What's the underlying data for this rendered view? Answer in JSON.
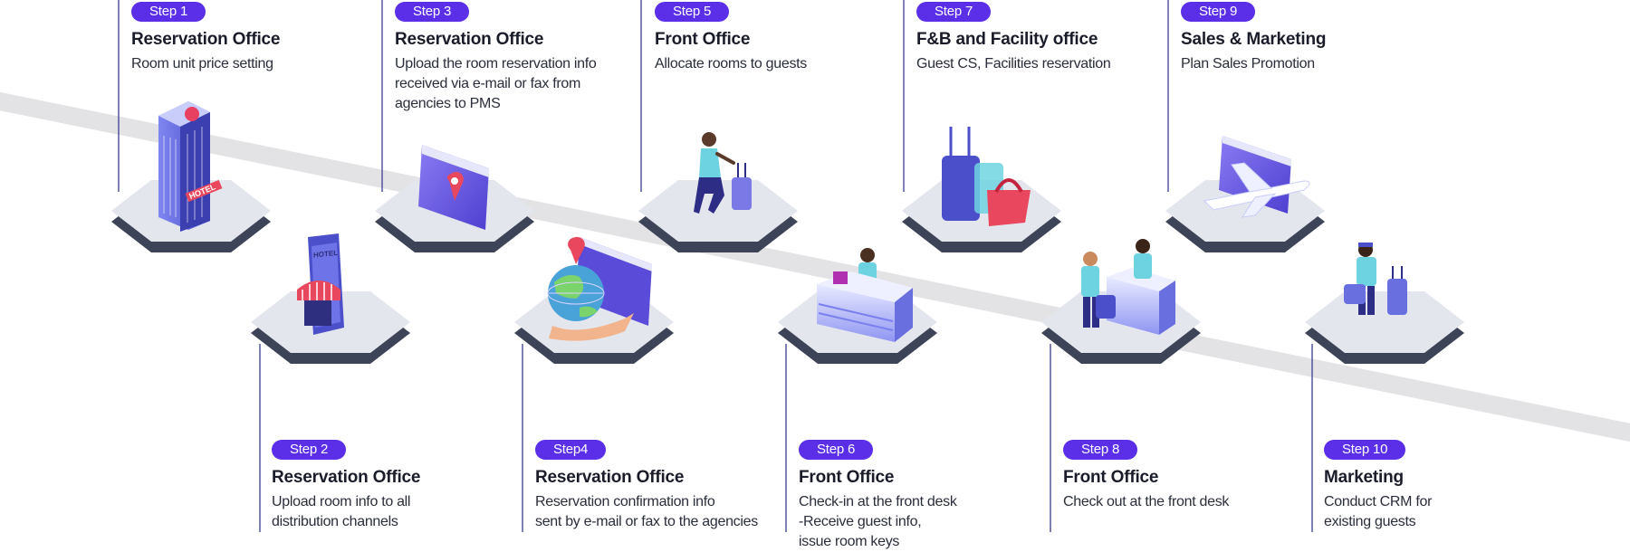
{
  "colors": {
    "badge": "#5b2ee8",
    "path": "#e3e3e6",
    "platform_top": "#e4e6ee",
    "platform_side": "#3d4457",
    "connector": "#3a3d8f",
    "illustration": "#6b5ce7"
  },
  "steps": [
    {
      "badge": "Step 1",
      "office": "Reservation Office",
      "desc": "Room unit price setting",
      "illustration": "hotel-building-icon"
    },
    {
      "badge": "Step 2",
      "office": "Reservation Office",
      "desc": "Upload room info to all\ndistribution channels",
      "illustration": "hotel-phone-icon"
    },
    {
      "badge": "Step 3",
      "office": "Reservation Office",
      "desc": "Upload the room reservation info\nreceived via e-mail or fax from\n agencies to PMS",
      "illustration": "browser-location-icon"
    },
    {
      "badge": "Step4",
      "office": "Reservation Office",
      "desc": "Reservation confirmation info\n sent by e-mail or fax to the agencies",
      "illustration": "globe-hand-icon"
    },
    {
      "badge": "Step 5",
      "office": "Front Office",
      "desc": "Allocate rooms to guests",
      "illustration": "traveler-luggage-icon"
    },
    {
      "badge": "Step 6",
      "office": "Front Office",
      "desc": "Check-in at the front desk\n -Receive  guest info,\n   issue room keys",
      "illustration": "front-desk-icon"
    },
    {
      "badge": "Step 7",
      "office": "F&B and Facility office",
      "desc": "Guest CS, Facilities reservation",
      "illustration": "luggage-bags-icon"
    },
    {
      "badge": "Step 8",
      "office": "Front Office",
      "desc": "Check out at the front desk",
      "illustration": "checkout-desk-icon"
    },
    {
      "badge": "Step 9",
      "office": "Sales & Marketing",
      "desc": "Plan Sales Promotion",
      "illustration": "airplane-screen-icon"
    },
    {
      "badge": "Step 10",
      "office": "Marketing",
      "desc": "Conduct CRM for\nexisting guests",
      "illustration": "porter-luggage-icon"
    }
  ]
}
